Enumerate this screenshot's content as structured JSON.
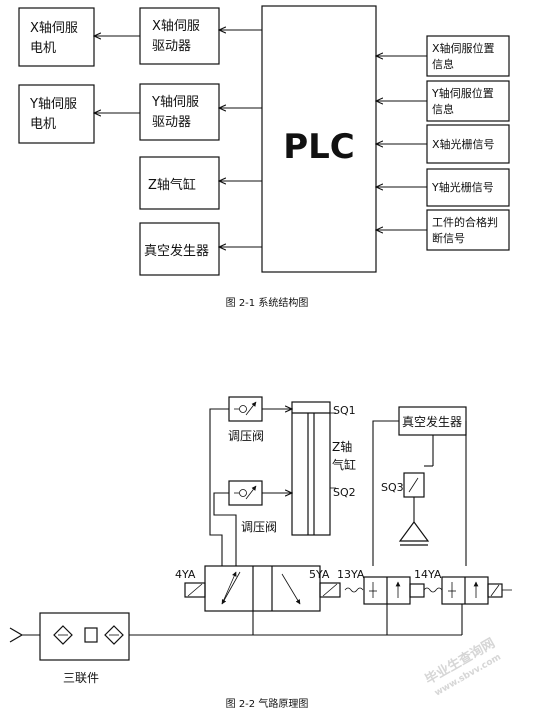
{
  "fig1": {
    "caption": "图 2-1 系统结构图",
    "plc_label": "PLC",
    "outputs": [
      {
        "driver_lines": [
          "X轴伺服",
          "驱动器"
        ],
        "motor_lines": [
          "X轴伺服",
          "电机"
        ]
      },
      {
        "driver_lines": [
          "Y轴伺服",
          "驱动器"
        ],
        "motor_lines": [
          "Y轴伺服",
          "电机"
        ]
      },
      {
        "label": "Z轴气缸"
      },
      {
        "label": "真空发生器"
      }
    ],
    "inputs": [
      {
        "lines": [
          "X轴伺服位置",
          "信息"
        ]
      },
      {
        "lines": [
          "Y轴伺服位置",
          "信息"
        ]
      },
      {
        "lines": [
          "X轴光栅信号"
        ]
      },
      {
        "lines": [
          "Y轴光栅信号"
        ]
      },
      {
        "lines": [
          "工件的合格判",
          "断信号"
        ]
      }
    ]
  },
  "fig2": {
    "caption": "图 2-2 气路原理图",
    "regulator_label": "调压阀",
    "regulator2_label": "调压阀",
    "sq1": "SQ1",
    "sq2": "SQ2",
    "sq3": "SQ3",
    "cylinder_lines": [
      "Z轴",
      "气缸"
    ],
    "vacuum_label": "真空发生器",
    "solenoids": [
      "4YA",
      "5YA",
      "13YA",
      "14YA"
    ],
    "frl_label": "三联件"
  },
  "watermark": {
    "line1": "毕业生查询网",
    "line2": "www.sbvv.com"
  }
}
